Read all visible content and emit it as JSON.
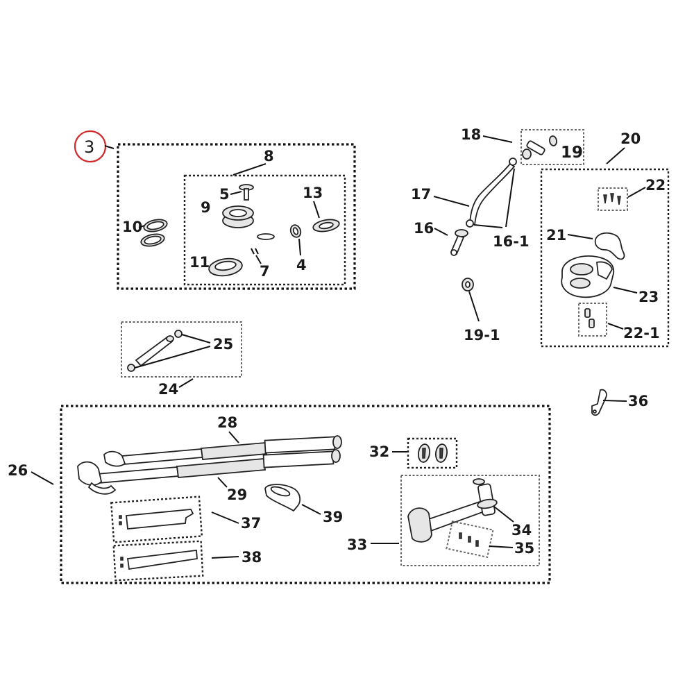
{
  "callouts": {
    "c3": "3",
    "c4": "4",
    "c5": "5",
    "c7": "7",
    "c8": "8",
    "c9": "9",
    "c10": "10",
    "c11": "11",
    "c13": "13",
    "c16": "16",
    "c16_1": "16-1",
    "c17": "17",
    "c18": "18",
    "c19": "19",
    "c19_1": "19-1",
    "c20": "20",
    "c21": "21",
    "c22": "22",
    "c22_1": "22-1",
    "c23": "23",
    "c24": "24",
    "c25": "25",
    "c26": "26",
    "c28": "28",
    "c29": "29",
    "c32": "32",
    "c33": "33",
    "c34": "34",
    "c35": "35",
    "c36": "36",
    "c37": "37",
    "c38": "38",
    "c39": "39"
  },
  "colors": {
    "highlight_circle": "#d02a2a",
    "line": "#111111",
    "background": "#ffffff"
  }
}
